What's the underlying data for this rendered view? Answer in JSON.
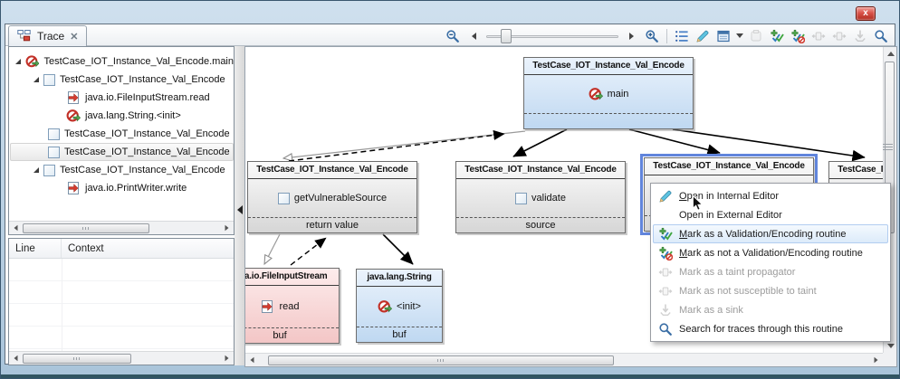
{
  "window": {
    "close_label": "x"
  },
  "tab": {
    "label": "Trace",
    "close_label": "✕"
  },
  "toolbar": {
    "icons": [
      "zoom-out-icon",
      "scroll-left-arrow",
      "zoom-slider",
      "scroll-right-arrow",
      "zoom-in-icon",
      "outline-list-icon",
      "pencil-edit-icon",
      "report-view-icon",
      "dropdown-arrow-icon",
      "disabled-action-icon",
      "mark-validation-icon",
      "mark-not-validation-icon",
      "taint-propagator-icon",
      "not-susceptible-icon",
      "mark-sink-icon",
      "search-icon"
    ]
  },
  "tree": {
    "items": [
      {
        "label": "TestCase_IOT_Instance_Val_Encode.main",
        "icon": "taint-source-icon"
      },
      {
        "label": "TestCase_IOT_Instance_Val_Encode",
        "icon": "checkbox"
      },
      {
        "label": "java.io.FileInputStream.read",
        "icon": "red-arrow-icon"
      },
      {
        "label": "java.lang.String.<init>",
        "icon": "taint-source-icon"
      },
      {
        "label": "TestCase_IOT_Instance_Val_Encode",
        "icon": "checkbox"
      },
      {
        "label": "TestCase_IOT_Instance_Val_Encode",
        "icon": "checkbox",
        "selected": true
      },
      {
        "label": "TestCase_IOT_Instance_Val_Encode",
        "icon": "checkbox"
      },
      {
        "label": "java.io.PrintWriter.write",
        "icon": "red-arrow-icon"
      }
    ]
  },
  "table": {
    "columns": {
      "line": "Line",
      "context": "Context"
    }
  },
  "graph": {
    "nodes": {
      "main": {
        "title": "TestCase_IOT_Instance_Val_Encode",
        "method": "main",
        "footer": ""
      },
      "gvs": {
        "title": "TestCase_IOT_Instance_Val_Encode",
        "method": "getVulnerableSource",
        "footer": "return value"
      },
      "validate": {
        "title": "TestCase_IOT_Instance_Val_Encode",
        "method": "validate",
        "footer": "source"
      },
      "picked": {
        "title": "TestCase_IOT_Instance_Val_Encode",
        "method": "",
        "footer": ""
      },
      "right": {
        "title": "TestCase_IOT_Instance_Val_Encode",
        "method": "",
        "footer": ""
      },
      "fis": {
        "title": "java.io.FileInputStream",
        "method": "read",
        "footer": "buf"
      },
      "str": {
        "title": "java.lang.String",
        "method": "<init>",
        "footer": "buf"
      }
    }
  },
  "menu": {
    "items": [
      {
        "label": "Open in Internal Editor",
        "icon": "pencil-edit-icon",
        "enabled": true
      },
      {
        "label": "Open in External Editor",
        "icon": "",
        "enabled": true
      },
      {
        "label": "Mark as a Validation/Encoding routine",
        "icon": "mark-validation-icon",
        "enabled": true,
        "highlighted": true
      },
      {
        "label": "Mark as not a Validation/Encoding routine",
        "icon": "mark-not-validation-icon",
        "enabled": true
      },
      {
        "label": "Mark as a taint propagator",
        "icon": "taint-propagator-icon",
        "enabled": false
      },
      {
        "label": "Mark as not susceptible to taint",
        "icon": "not-susceptible-icon",
        "enabled": false
      },
      {
        "label": "Mark as a sink",
        "icon": "mark-sink-icon",
        "enabled": false
      },
      {
        "label": "Search for traces through this routine",
        "icon": "search-icon",
        "enabled": true
      }
    ]
  },
  "colors": {
    "selection_border": "#6185dc",
    "node_blue": "#bfd8f1",
    "node_gray": "#d6d6d6",
    "node_pink": "#f3c6c6",
    "menu_highlight": "#dcebfa",
    "titlebar": "#a9c4da",
    "close_button": "#d9534a"
  }
}
